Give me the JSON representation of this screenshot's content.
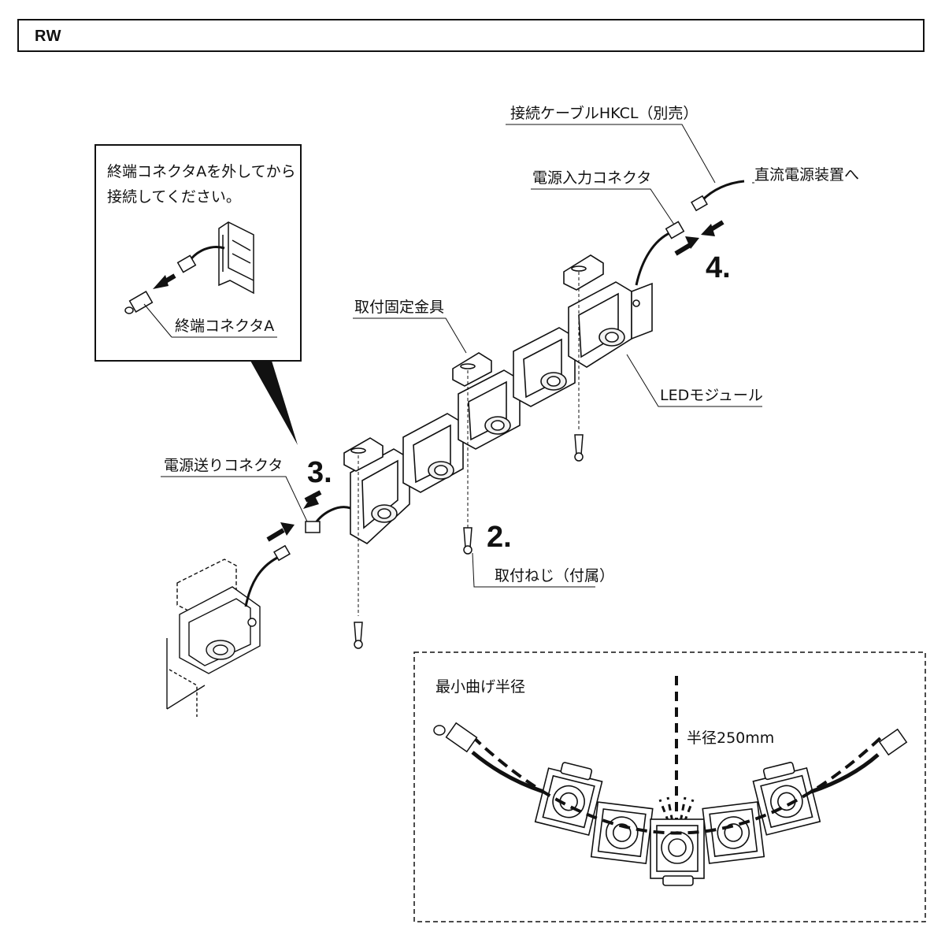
{
  "header": {
    "title": "RW"
  },
  "labels": {
    "cable_hkcl": "接続ケーブルHKCL（別売）",
    "to_dc_power": "直流電源装置へ",
    "power_input_connector": "電源入力コネクタ",
    "mounting_bracket": "取付固定金具",
    "led_module": "LEDモジュール",
    "power_feed_connector": "電源送りコネクタ",
    "mounting_screw": "取付ねじ（付属）",
    "terminal_connector_a": "終端コネクタA"
  },
  "callout": {
    "line1": "終端コネクタAを外してから",
    "line2": "接続してください。"
  },
  "steps": {
    "s2": "2.",
    "s3": "3.",
    "s4": "4."
  },
  "inset": {
    "title": "最小曲げ半径",
    "radius": "半径250mm"
  }
}
